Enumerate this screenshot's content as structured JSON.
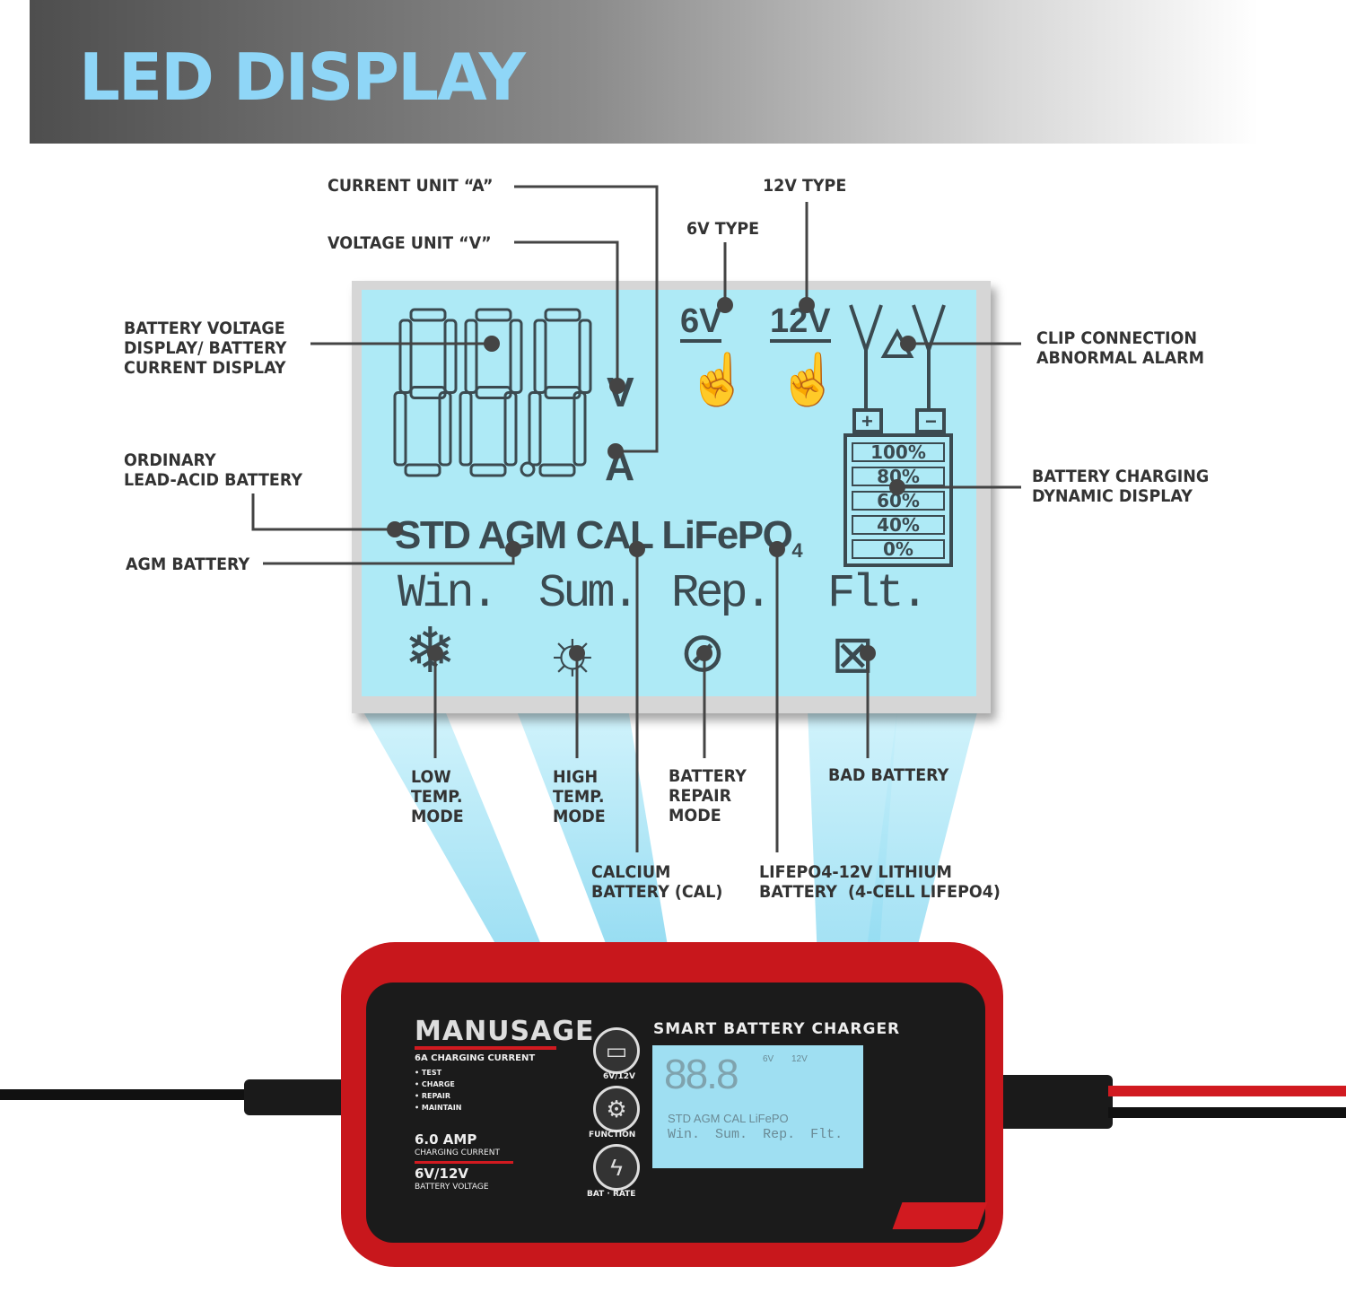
{
  "header": {
    "title": "LED DISPLAY"
  },
  "labels": {
    "current_unit": "CURRENT UNIT “A”",
    "voltage_unit": "VOLTAGE UNIT “V”",
    "type_12v": "12V TYPE",
    "type_6v": "6V TYPE",
    "voltage_display": "BATTERY VOLTAGE\nDISPLAY/ BATTERY\nCURRENT DISPLAY",
    "clip_alarm": "CLIP CONNECTION\nABNORMAL ALARM",
    "ordinary": "ORDINARY\nLEAD-ACID BATTERY",
    "charging_display": "BATTERY CHARGING\nDYNAMIC DISPLAY",
    "agm": "AGM BATTERY",
    "low_temp": "LOW\nTEMP.\nMODE",
    "high_temp": "HIGH\nTEMP.\nMODE",
    "repair": "BATTERY\nREPAIR\nMODE",
    "bad": "BAD BATTERY",
    "calcium": "CALCIUM\nBATTERY (CAL)",
    "lifepo4": "LIFEPO4-12V LITHIUM\nBATTERY  (4-CELL LIFEPO4)"
  },
  "lcd": {
    "digits": "88.8",
    "unit_v": "V",
    "unit_a": "A",
    "v6": "6V",
    "v12": "12V",
    "types": "STD AGM CAL LiFePO",
    "types_sub": "4",
    "modes": [
      "Win.",
      "Sum.",
      "Rep.",
      "Flt."
    ],
    "levels": [
      "100%",
      "80%",
      "60%",
      "40%",
      "0%"
    ],
    "icons": [
      "snowflake-icon",
      "sun-icon",
      "repair-icon",
      "bad-battery-icon",
      "hand-pointer-icon",
      "clip-icon",
      "warning-icon"
    ]
  },
  "device": {
    "brand": "MANUSAGE",
    "subtitle": "6A CHARGING CURRENT",
    "features": [
      "• TEST",
      "• CHARGE",
      "• REPAIR",
      "• MAINTAIN"
    ],
    "amp": "6.0 AMP",
    "amp_sub": "CHARGING CURRENT",
    "volt": "6V/12V",
    "volt_sub": "BATTERY VOLTAGE",
    "btn1": "6V/12V",
    "btn2": "FUNCTION",
    "btn3": "BAT · RATE",
    "heading": "SMART BATTERY CHARGER",
    "colors": {
      "body": "#c8171c",
      "panel": "#1b1b1b",
      "lcd": "#aeeaf6",
      "title": "#8fd6f7"
    }
  }
}
